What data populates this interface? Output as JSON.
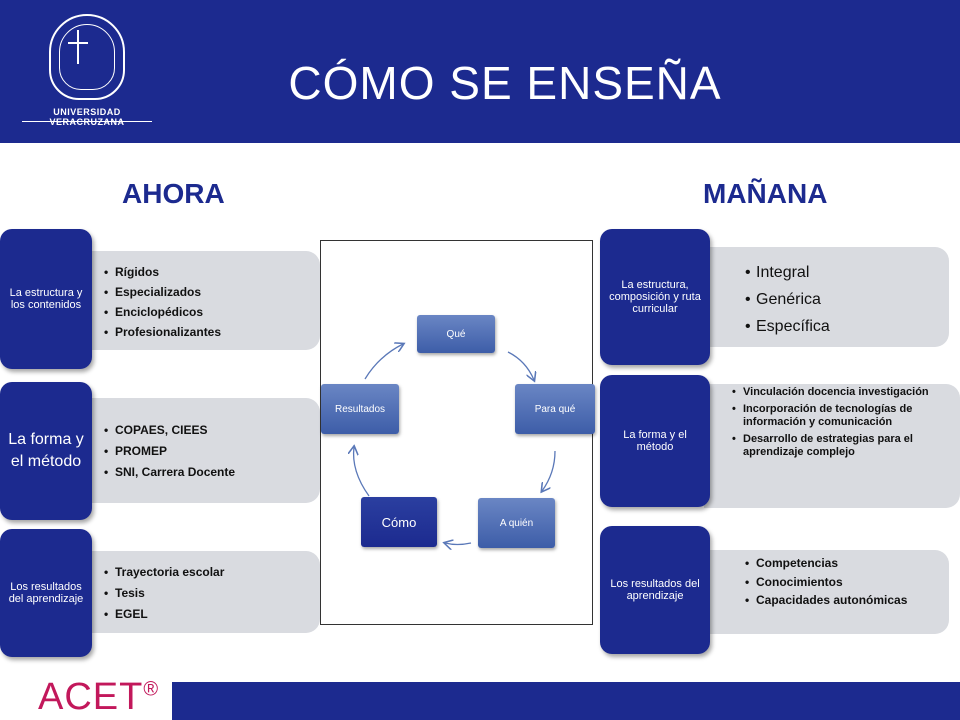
{
  "header": {
    "title": "CÓMO SE ENSEÑA",
    "logo_text": "UNIVERSIDAD VERACRUZANA"
  },
  "columns": {
    "left": "AHORA",
    "right": "MAÑANA"
  },
  "left": [
    {
      "tab": "La estructura y los contenidos",
      "items": [
        "Rígidos",
        "Especializados",
        "Enciclopédicos",
        "Profesionalizantes"
      ]
    },
    {
      "tab": "La forma y el método",
      "items": [
        "COPAES, CIEES",
        "PROMEP",
        "SNI, Carrera Docente"
      ]
    },
    {
      "tab": "Los resultados del aprendizaje",
      "items": [
        "Trayectoria escolar",
        "Tesis",
        "EGEL"
      ]
    }
  ],
  "right": [
    {
      "tab": "La estructura, composición y ruta curricular",
      "items": [
        "Integral",
        "Genérica",
        "Específica"
      ]
    },
    {
      "tab": "La forma y el método",
      "items": [
        "Vinculación docencia investigación",
        "Incorporación de tecnologías de información y comunicación",
        "Desarrollo de estrategias para el aprendizaje complejo"
      ]
    },
    {
      "tab": "Los resultados del aprendizaje",
      "items": [
        "Competencias",
        "Conocimientos",
        "Capacidades autonómicas"
      ]
    }
  ],
  "cycle": {
    "nodes": [
      "Qué",
      "Para qué",
      "A quién",
      "Cómo",
      "Resultados"
    ],
    "color_top": "#6a86c4",
    "color_bottom": "#3d5da8"
  },
  "footer": {
    "brand": "ACET",
    "mark": "®"
  }
}
